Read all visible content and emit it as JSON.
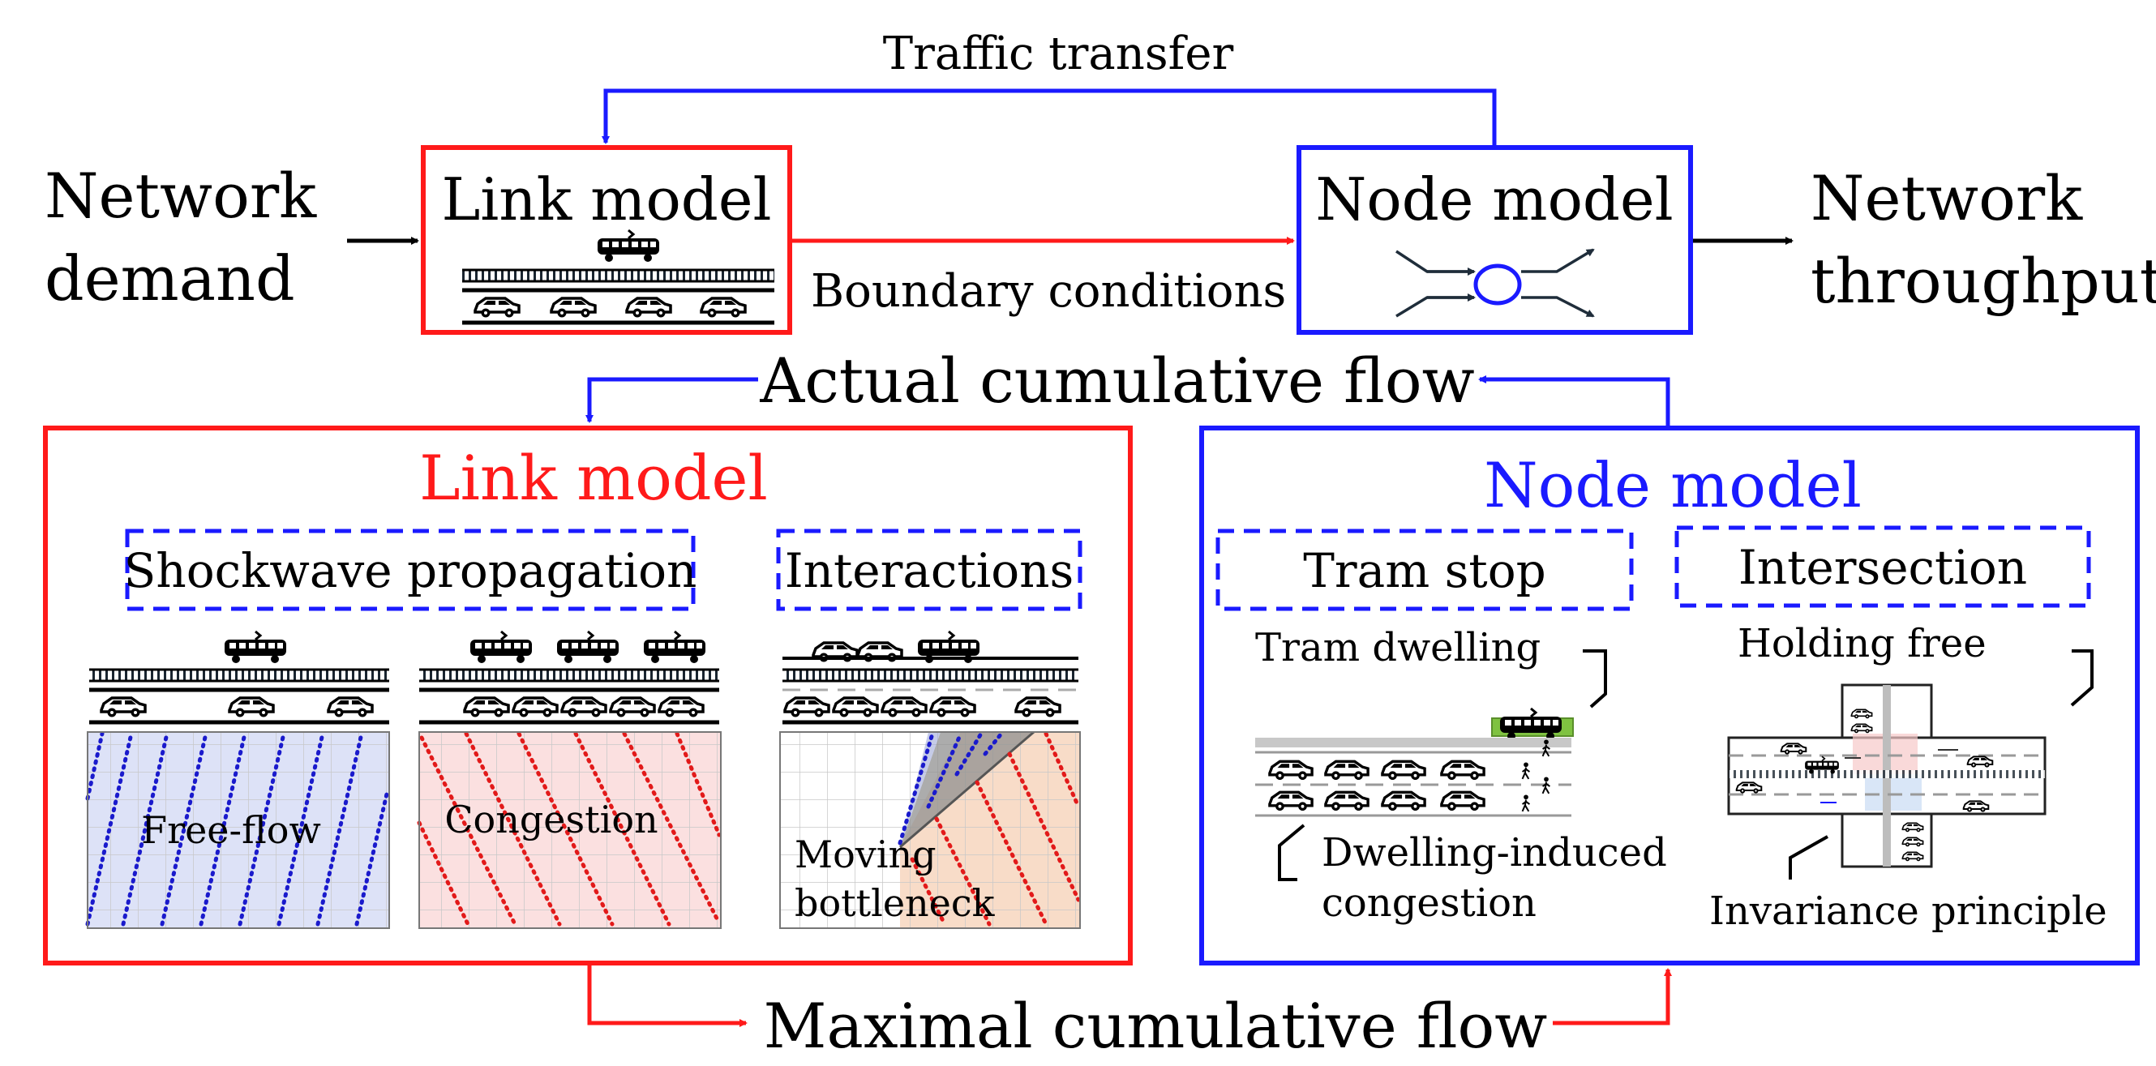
{
  "colors": {
    "link": "#ff1a1a",
    "node": "#1a1aff",
    "arrow_dark": "#000000",
    "freeflow_fill": "#dde2f7",
    "congestion_fill": "#fbe0e0",
    "bottleneck_fill": "#f8dcc8",
    "gray_wedge": "#909090",
    "tram_stop_green": "#7fc241"
  },
  "top": {
    "network_demand": [
      "Network",
      "demand"
    ],
    "link_model": "Link model",
    "node_model": "Node model",
    "network_throughput": [
      "Network",
      "throughput"
    ],
    "traffic_transfer": "Traffic transfer",
    "boundary_conditions": "Boundary conditions"
  },
  "flows": {
    "actual": "Actual cumulative flow",
    "maximal": "Maximal cumulative flow"
  },
  "link_panel": {
    "title": "Link model",
    "shockwave_label": "Shockwave propagation",
    "interactions_label": "Interactions",
    "plots": {
      "freeflow": "Free-flow",
      "congestion": "Congestion",
      "moving": [
        "Moving",
        "bottleneck"
      ]
    }
  },
  "node_panel": {
    "title": "Node model",
    "tram_stop_label": "Tram stop",
    "intersection_label": "Intersection",
    "tram_dwelling": "Tram dwelling",
    "dwelling_congestion": [
      "Dwelling-induced",
      "congestion"
    ],
    "holding_free": "Holding free",
    "invariance": "Invariance principle"
  },
  "icons": [
    "tram-icon",
    "car-icon",
    "pedestrian-icon",
    "junction-icon"
  ]
}
